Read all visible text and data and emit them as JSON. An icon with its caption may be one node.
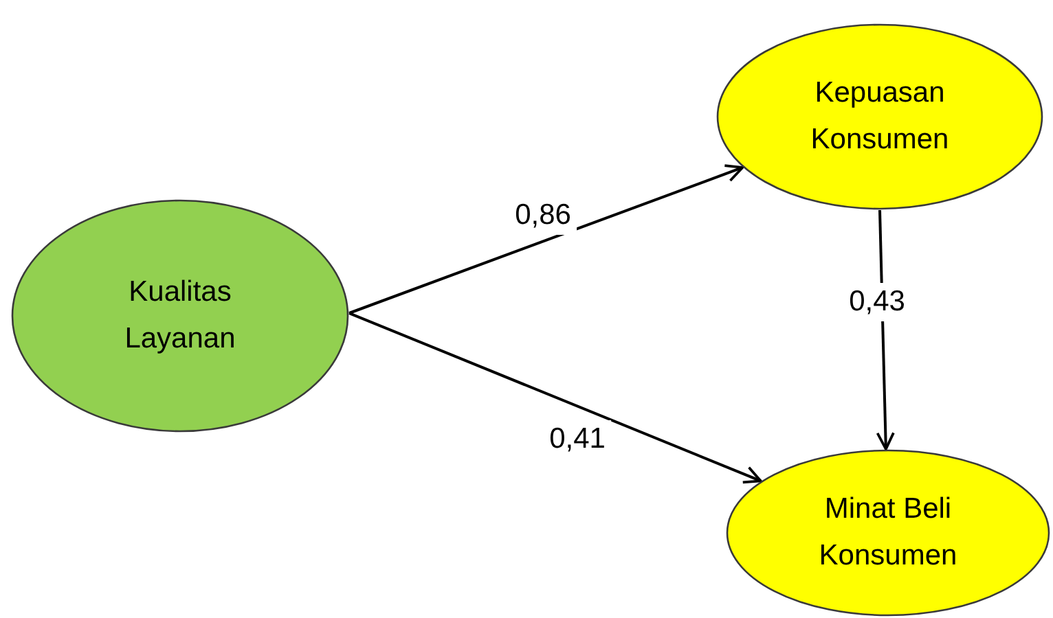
{
  "diagram": {
    "nodes": [
      {
        "text": [
          "Kualitas Layanan"
        ]
      },
      {
        "text": [
          "Kepuasan Konsumen"
        ]
      },
      {
        "text": [
          "Minat Beli Konsumen"
        ]
      }
    ],
    "edges": [
      {
        "from": 0,
        "to": 1,
        "arrow": "to",
        "label": "0,86"
      },
      {
        "from": 0,
        "to": 2,
        "arrow": "to",
        "label": "0,41"
      },
      {
        "from": 1,
        "to": 2,
        "arrow": "to",
        "label": "0,43"
      }
    ]
  }
}
